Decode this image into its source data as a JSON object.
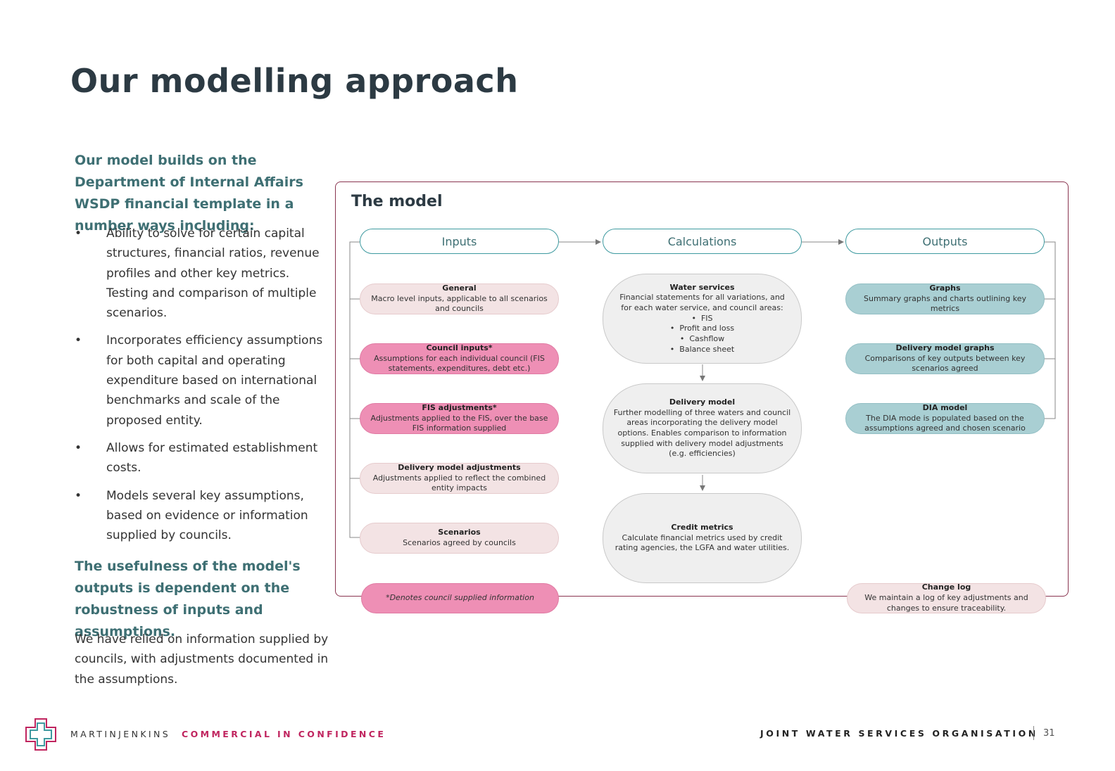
{
  "title": "Our modelling approach",
  "intro": "Our model builds on the Department of Internal Affairs WSDP financial template in a number ways including:",
  "bullets": [
    "Ability to solve for certain capital structures, financial ratios, revenue profiles and other key metrics. Testing and comparison of multiple scenarios.",
    "Incorporates efficiency assumptions for both capital and operating expenditure based on international benchmarks and scale of the proposed entity.",
    "Allows for estimated establishment costs.",
    "Models several key assumptions, based on evidence or information supplied by councils."
  ],
  "bullet_glyph": "•",
  "usefulness": "The usefulness of the model's outputs is dependent on the robustness of inputs and assumptions.",
  "relied": "We have relied on information supplied by councils, with adjustments documented in the assumptions.",
  "model": {
    "title": "The model",
    "headers": {
      "inputs": "Inputs",
      "calculations": "Calculations",
      "outputs": "Outputs"
    },
    "inputs": [
      {
        "title": "General",
        "text": "Macro level inputs, applicable to all scenarios and councils"
      },
      {
        "title": "Council inputs*",
        "text": "Assumptions for each individual council (FIS statements, expenditures, debt etc.)"
      },
      {
        "title": "FIS adjustments*",
        "text": "Adjustments applied to the FIS, over the base FIS information supplied"
      },
      {
        "title": "Delivery model adjustments",
        "text": "Adjustments applied to reflect the combined entity impacts"
      },
      {
        "title": "Scenarios",
        "text": "Scenarios agreed by councils"
      }
    ],
    "calculations": {
      "water_services": {
        "title": "Water services",
        "text": "Financial statements for all variations, and for each water service, and council areas:",
        "items": [
          "FIS",
          "Profit and loss",
          "Cashflow",
          "Balance sheet"
        ]
      },
      "delivery_model": {
        "title": "Delivery model",
        "text": "Further modelling of three waters and council areas incorporating the delivery model options. Enables comparison to information supplied with delivery model adjustments (e.g. efficiencies)"
      },
      "credit_metrics": {
        "title": "Credit metrics",
        "text": "Calculate financial metrics used by credit rating agencies, the LGFA and water utilities."
      }
    },
    "outputs": [
      {
        "title": "Graphs",
        "text": "Summary graphs and charts outlining key metrics"
      },
      {
        "title": "Delivery model graphs",
        "text": "Comparisons of key outputs between key scenarios agreed"
      },
      {
        "title": "DIA model",
        "text": "The DIA mode is populated based on the assumptions agreed and chosen scenario"
      }
    ],
    "legend": "*Denotes council supplied information",
    "change_log": {
      "title": "Change log",
      "text": "We maintain a log of key adjustments and changes to ensure traceability."
    }
  },
  "footer": {
    "brand": "MARTINJENKINS",
    "confidence": "COMMERCIAL IN CONFIDENCE",
    "organisation": "JOINT WATER SERVICES ORGANISATION",
    "page": "31"
  },
  "colors": {
    "teal_text": "#3e6f73",
    "teal_border": "#3e9aa0",
    "pink": "#ee8fb5",
    "light_pink": "#f3e3e4",
    "output_teal": "#a9cfd3",
    "frame": "#8a3550",
    "brand_red": "#c0255f"
  }
}
